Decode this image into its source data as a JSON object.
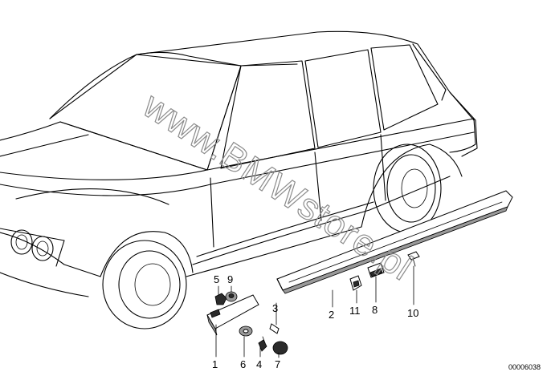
{
  "watermark": "www.BMWstore.pl",
  "reference_code": "00006038",
  "callouts": [
    {
      "label": "1"
    },
    {
      "label": "2"
    },
    {
      "label": "3"
    },
    {
      "label": "4"
    },
    {
      "label": "5"
    },
    {
      "label": "6"
    },
    {
      "label": "7"
    },
    {
      "label": "8"
    },
    {
      "label": "9"
    },
    {
      "label": "10"
    },
    {
      "label": "11"
    }
  ]
}
